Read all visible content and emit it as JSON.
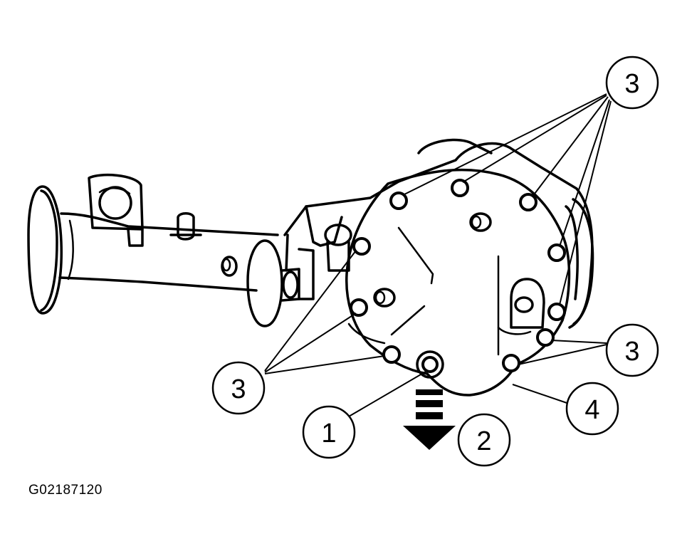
{
  "figure_id": "G02187120",
  "callouts": {
    "c3_top": "3",
    "c3_left": "3",
    "c3_right": "3",
    "c1": "1",
    "c2": "2",
    "c4": "4"
  }
}
